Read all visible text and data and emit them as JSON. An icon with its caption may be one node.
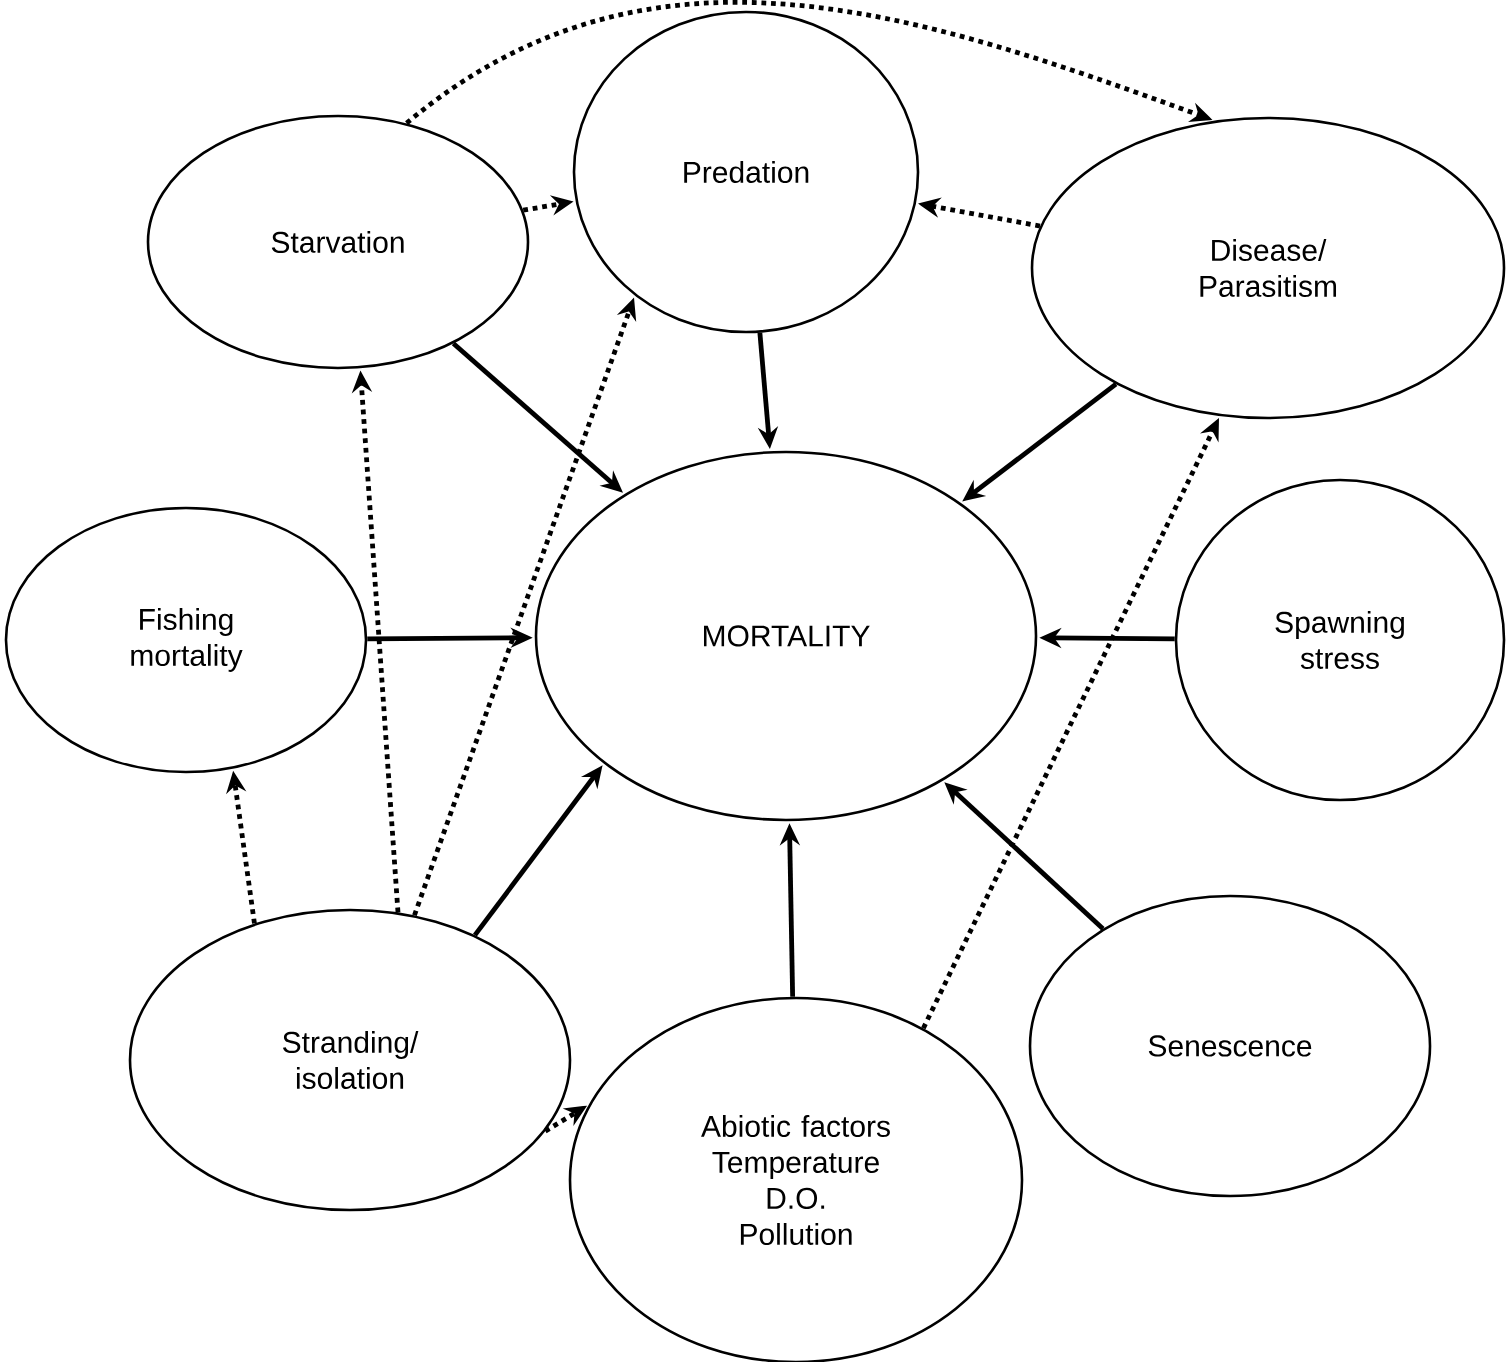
{
  "diagram": {
    "nodes": [
      {
        "text": [
          "Starvation"
        ]
      },
      {
        "text": [
          "Predation"
        ]
      },
      {
        "text": [
          "Disease/ Parasitism"
        ]
      },
      {
        "text": [
          "Fishing mortality"
        ]
      },
      {
        "text": [
          "MORTALITY"
        ]
      },
      {
        "text": [
          "Spawning stress"
        ]
      },
      {
        "text": [
          "Stranding/ isolation"
        ]
      },
      {
        "text": [
          "Abiotic factors",
          "Temperature",
          "D.O.",
          "Pollution"
        ]
      },
      {
        "text": [
          "Senescence"
        ]
      }
    ],
    "edges": [
      {
        "from": 0,
        "to": 1,
        "arrow": "to",
        "style": "dashed"
      },
      {
        "from": 0,
        "to": 2,
        "arrow": "to",
        "style": "dashed"
      },
      {
        "from": 2,
        "to": 1,
        "arrow": "to",
        "style": "dashed"
      },
      {
        "from": 0,
        "to": 4,
        "arrow": "to"
      },
      {
        "from": 1,
        "to": 4,
        "arrow": "to"
      },
      {
        "from": 2,
        "to": 4,
        "arrow": "to"
      },
      {
        "from": 3,
        "to": 4,
        "arrow": "to"
      },
      {
        "from": 5,
        "to": 4,
        "arrow": "to"
      },
      {
        "from": 6,
        "to": 0,
        "arrow": "to",
        "style": "dashed"
      },
      {
        "from": 6,
        "to": 1,
        "arrow": "to",
        "style": "dashed"
      },
      {
        "from": 6,
        "to": 3,
        "arrow": "to",
        "style": "dashed"
      },
      {
        "from": 6,
        "to": 4,
        "arrow": "to"
      },
      {
        "from": 6,
        "to": 7,
        "arrow": "to",
        "style": "dashed"
      },
      {
        "from": 7,
        "to": 4,
        "arrow": "to"
      },
      {
        "from": 7,
        "to": 2,
        "arrow": "to",
        "style": "dashed"
      },
      {
        "from": 8,
        "to": 4,
        "arrow": "to"
      }
    ]
  }
}
